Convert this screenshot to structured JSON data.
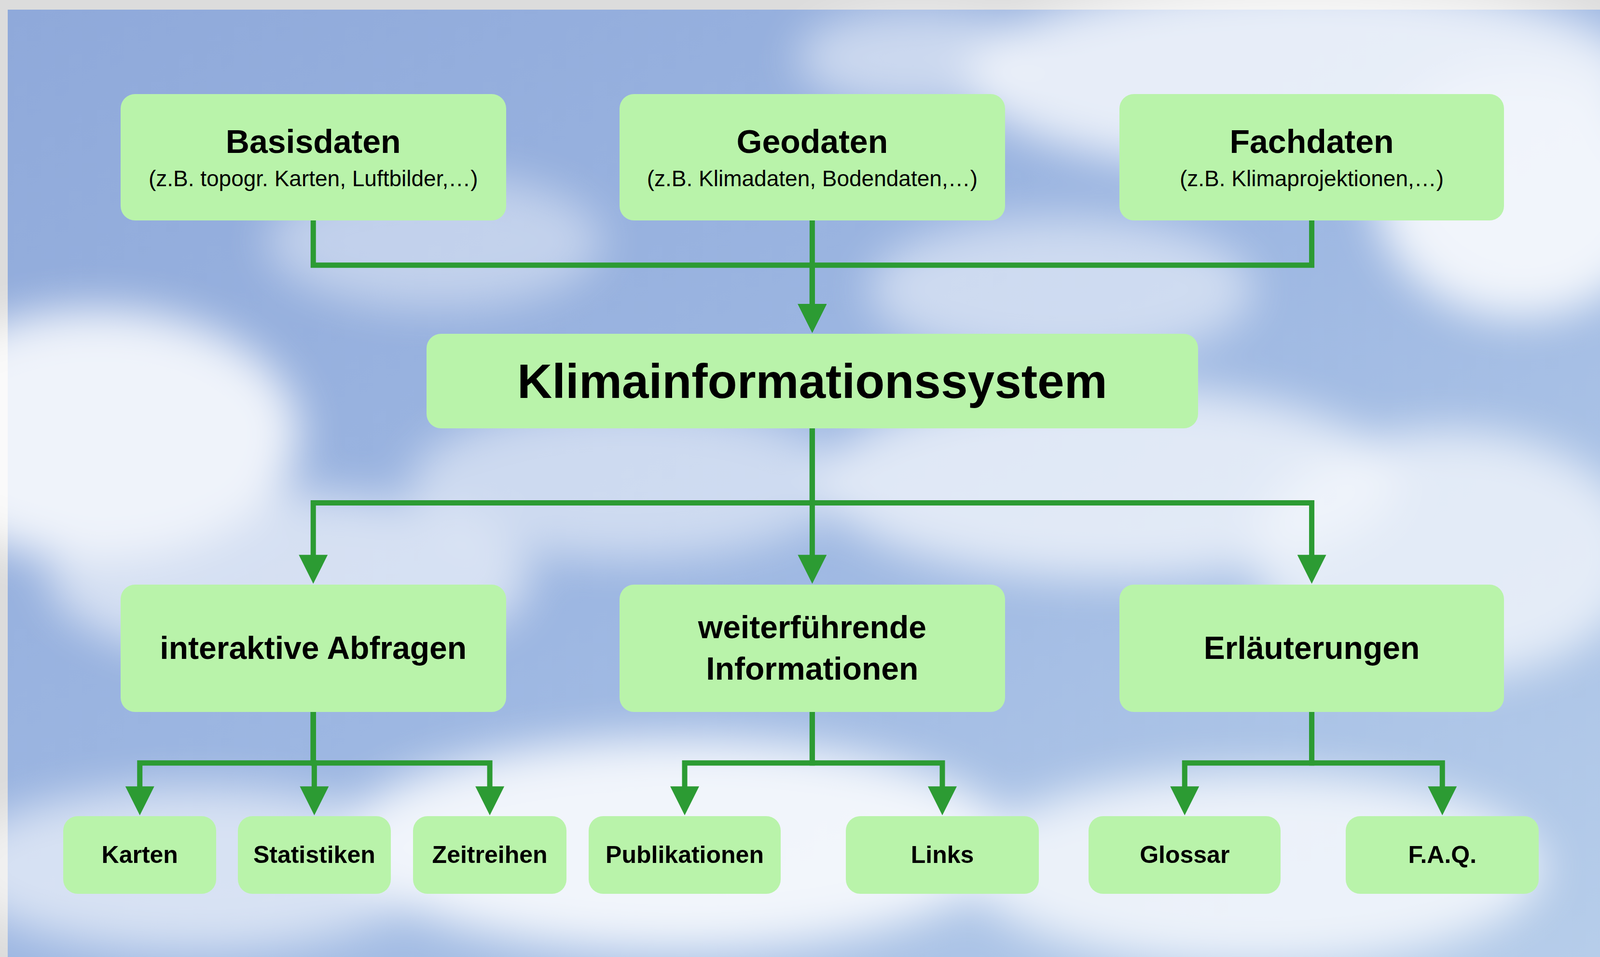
{
  "diagram": {
    "nodes": [
      {
        "text": [
          "Basisdaten",
          "(z.B. topogr. Karten, Luftbilder,…)"
        ]
      },
      {
        "text": [
          "Geodaten",
          "(z.B. Klimadaten, Bodendaten,…)"
        ]
      },
      {
        "text": [
          "Fachdaten",
          "(z.B. Klimaprojektionen,…)"
        ]
      },
      {
        "text": [
          "Klimainformationssystem"
        ]
      },
      {
        "text": [
          "interaktive Abfragen"
        ]
      },
      {
        "text": [
          "weiterführende Informationen"
        ]
      },
      {
        "text": [
          "Erläuterungen"
        ]
      },
      {
        "text": [
          "Karten"
        ]
      },
      {
        "text": [
          "Statistiken"
        ]
      },
      {
        "text": [
          "Zeitreihen"
        ]
      },
      {
        "text": [
          "Publikationen"
        ]
      },
      {
        "text": [
          "Links"
        ]
      },
      {
        "text": [
          "Glossar"
        ]
      },
      {
        "text": [
          "F.A.Q."
        ]
      }
    ],
    "edges": [
      {
        "from": 0,
        "to": 3,
        "arrow": "to"
      },
      {
        "from": 1,
        "to": 3,
        "arrow": "to"
      },
      {
        "from": 2,
        "to": 3,
        "arrow": "to"
      },
      {
        "from": 3,
        "to": 4,
        "arrow": "to"
      },
      {
        "from": 3,
        "to": 5,
        "arrow": "to"
      },
      {
        "from": 3,
        "to": 6,
        "arrow": "to"
      },
      {
        "from": 4,
        "to": 7,
        "arrow": "to"
      },
      {
        "from": 4,
        "to": 8,
        "arrow": "to"
      },
      {
        "from": 4,
        "to": 9,
        "arrow": "to"
      },
      {
        "from": 5,
        "to": 10,
        "arrow": "to"
      },
      {
        "from": 5,
        "to": 11,
        "arrow": "to"
      },
      {
        "from": 6,
        "to": 12,
        "arrow": "to"
      },
      {
        "from": 6,
        "to": 13,
        "arrow": "to"
      }
    ]
  }
}
